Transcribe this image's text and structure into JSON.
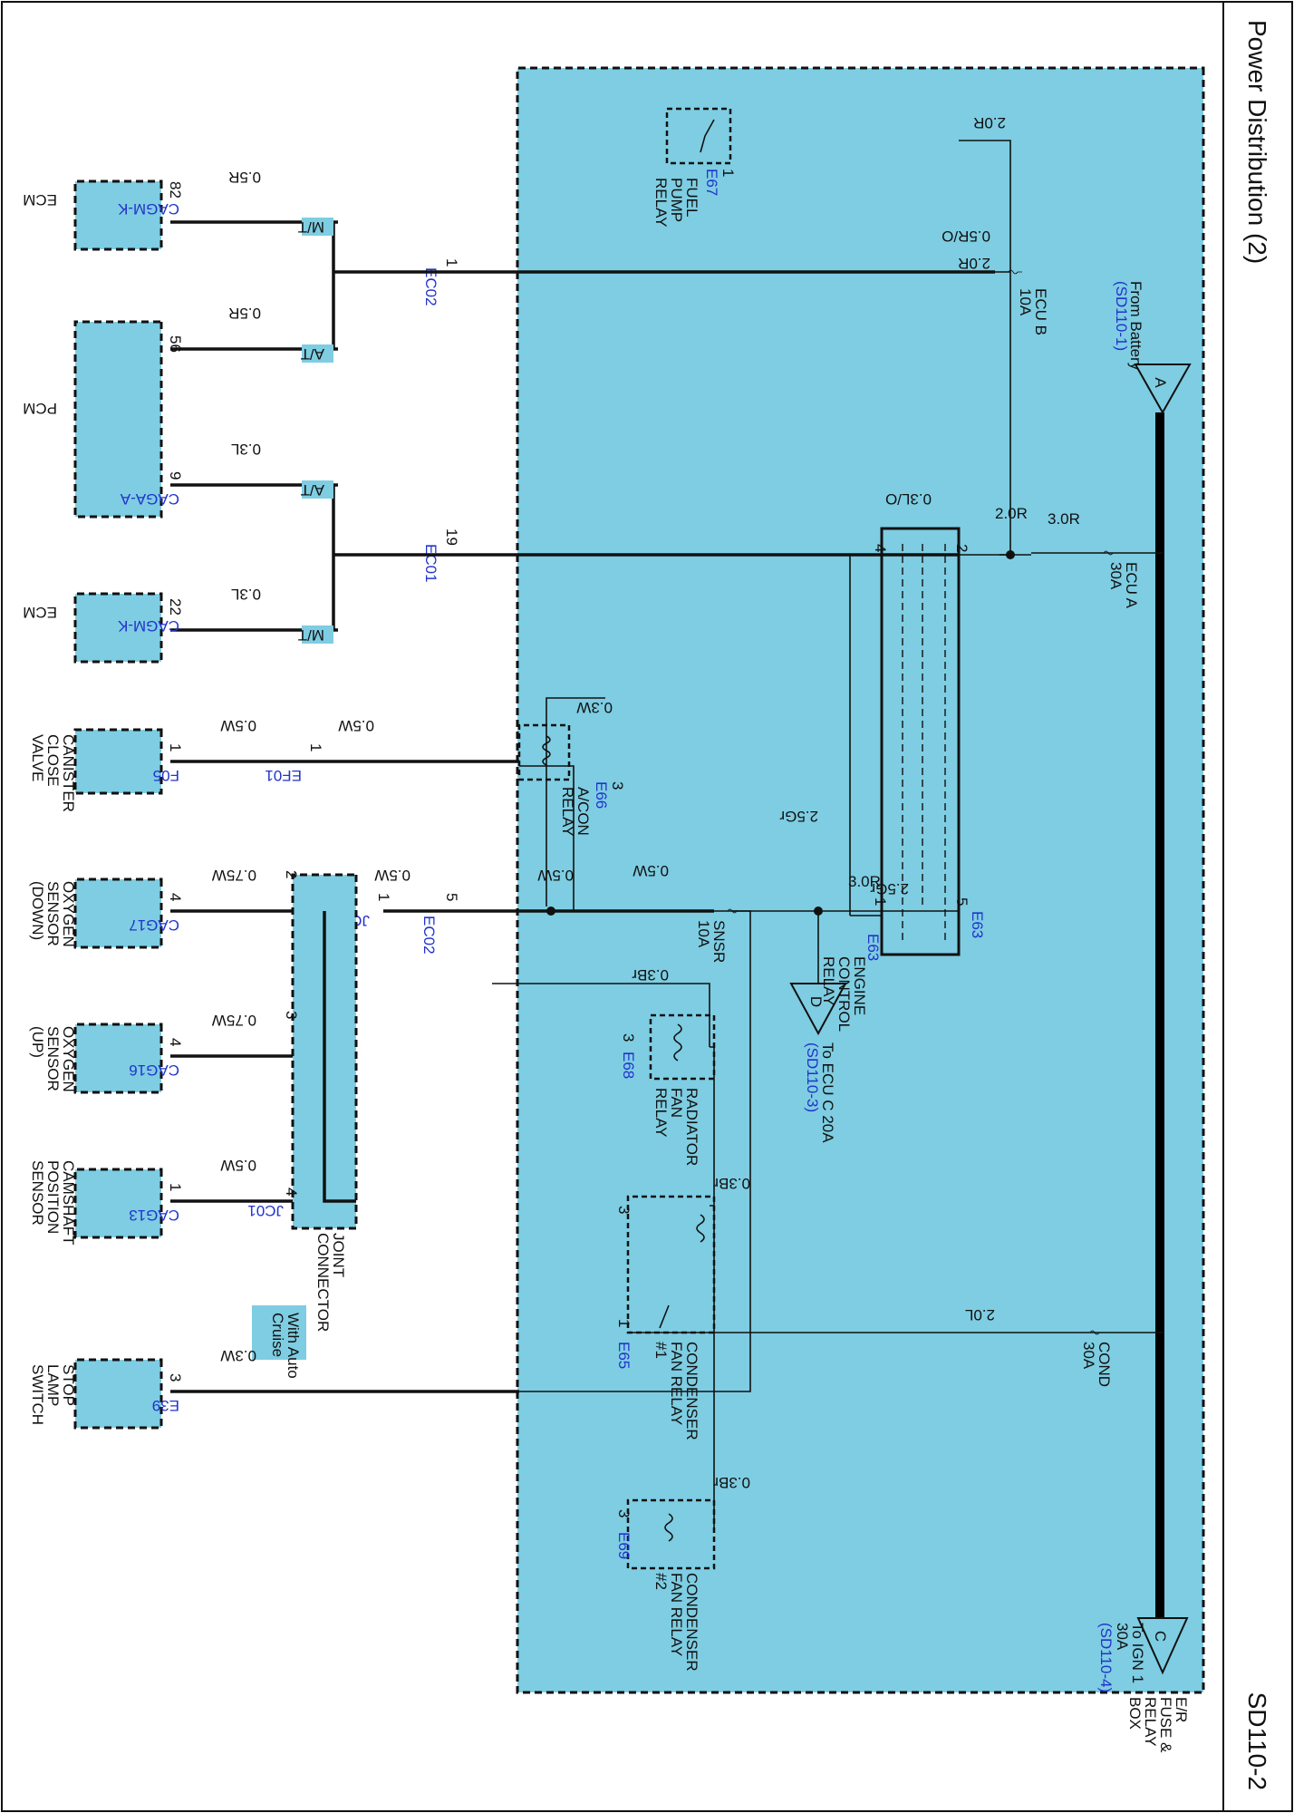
{
  "header": {
    "title": "Power Distribution (2)",
    "code": "SD110-2"
  },
  "fuse_box": {
    "label_lines": [
      "E/R",
      "FUSE &",
      "RELAY",
      "BOX"
    ]
  },
  "bus": {
    "from_lines": [
      "From Battery"
    ],
    "from_ref": "(SD110-1)",
    "from_letter": "A",
    "to_lines": [
      "To IGN 1",
      "30A"
    ],
    "to_ref": "(SD110-4)",
    "to_letter": "C"
  },
  "fuses": {
    "ecu_a": {
      "name": "ECU A",
      "rating": "30A"
    },
    "ecu_b": {
      "name": "ECU B",
      "rating": "10A"
    },
    "snsr": {
      "name": "SNSR",
      "rating": "10A"
    },
    "cond": {
      "name": "COND",
      "rating": "30A"
    }
  },
  "wires": {
    "w_30r": "3.0R",
    "w_20r_a": "2.0R",
    "w_20r_b": "2.0R",
    "w_20r_c": "2.0R",
    "w_05ro": "0.5R/O",
    "w_03lo": "0.3L/O",
    "w_30r_b": "3.0R",
    "w_25gr_a": "2.5Gr",
    "w_25gr_b": "2.5Gr",
    "w_05w_snsr": "0.5W",
    "w_03w_ac": "0.3W",
    "w_03br_a": "0.3Br",
    "w_03br_b": "0.3Br",
    "w_03br_c": "0.3Br",
    "w_20l": "2.0L",
    "w_05r_82": "0.5R",
    "w_05r_56": "0.5R",
    "w_03l_9": "0.3L",
    "w_03l_22": "0.3L",
    "w_05w_ef01": "0.5W",
    "w_05w_f05": "0.5W",
    "w_05w_ec02": "0.5W",
    "w_05w_jc01": "0.5W",
    "w_075w_a": "0.75W",
    "w_075w_b": "0.75W",
    "w_05w_cag13": "0.5W",
    "w_03w_e39": "0.3W"
  },
  "relays": {
    "fuel_pump": {
      "lines": [
        "FUEL",
        "PUMP",
        "RELAY"
      ],
      "conn": "E67",
      "pin": "1"
    },
    "engine_control": {
      "lines": [
        "ENGINE",
        "CONTROL",
        "RELAY"
      ],
      "conn_a": "E63",
      "conn_b": "E63",
      "pins": [
        "2",
        "4",
        "5",
        "1"
      ]
    },
    "ac": {
      "lines": [
        "A/CON",
        "RELAY"
      ],
      "conn": "E66",
      "pin": "3"
    },
    "radiator": {
      "lines": [
        "RADIATOR",
        "FAN",
        "RELAY"
      ],
      "conn": "E68",
      "pin": "3"
    },
    "condenser1": {
      "lines": [
        "CONDENSER",
        "FAN RELAY",
        "#1"
      ],
      "conn": "E65",
      "pins": [
        "3",
        "1"
      ]
    },
    "condenser2": {
      "lines": [
        "CONDENSER",
        "FAN RELAY",
        "#2"
      ],
      "conn": "E69",
      "pin": "3"
    }
  },
  "ecu_c": {
    "letter": "D",
    "lines": [
      "To ECU C 20A"
    ],
    "ref": "(SD110-3)"
  },
  "connectors": {
    "ec02_top": {
      "name": "EC02",
      "pin": "1"
    },
    "ec01": {
      "name": "EC01",
      "pin": "19"
    },
    "ef01": {
      "name": "EF01",
      "pin": "1"
    },
    "ec02_mid": {
      "name": "EC02",
      "pin": "5"
    },
    "jc01_a": {
      "name": "JC01",
      "pin": "1"
    },
    "jc01_b": {
      "name": "JC01",
      "pin": "4"
    },
    "jc_pins": [
      "2",
      "3"
    ]
  },
  "options": {
    "mt_a": "M/T",
    "at_a": "A/T",
    "at_b": "A/T",
    "mt_b": "M/T",
    "cruise_lines": [
      "With Auto",
      "Cruise"
    ]
  },
  "joint": {
    "lines": [
      "JOINT",
      "CONNECTOR"
    ]
  },
  "components": {
    "ecm_a": {
      "name": "ECM",
      "conn": "CAGM-K",
      "pin": "82"
    },
    "pcm": {
      "name": "PCM",
      "conn": "CAGA-A",
      "pins": [
        "56",
        "9"
      ]
    },
    "ecm_b": {
      "name": "ECM",
      "conn": "CAGM-K",
      "pin": "22"
    },
    "canister": {
      "lines": [
        "CANISTER",
        "CLOSE",
        "VALVE"
      ],
      "conn": "F05",
      "pin": "1"
    },
    "o2_down": {
      "lines": [
        "OXYGEN",
        "SENSOR",
        "(DOWN)"
      ],
      "conn": "CAG17",
      "pin": "4"
    },
    "o2_up": {
      "lines": [
        "OXYGEN",
        "SENSOR",
        "(UP)"
      ],
      "conn": "CAG16",
      "pin": "4"
    },
    "camshaft": {
      "lines": [
        "CAMSHAFT",
        "POSITION",
        "SENSOR"
      ],
      "conn": "CAG13",
      "pin": "1"
    },
    "stop_lamp": {
      "lines": [
        "STOP",
        "LAMP",
        "SWITCH"
      ],
      "conn": "E39",
      "pin": "3"
    }
  }
}
